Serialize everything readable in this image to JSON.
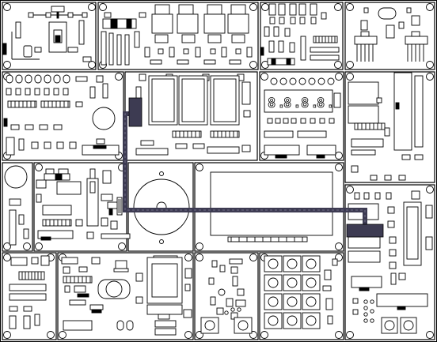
{
  "colors": {
    "background": "#ffffff",
    "line": "#000000",
    "fill": "#000000",
    "cable": "#3d3b52"
  },
  "modules": [
    {
      "name": "module-switch-panel",
      "row": 1,
      "col": 1
    },
    {
      "name": "module-relay-bank",
      "row": 1,
      "col": 2
    },
    {
      "name": "module-transistor-array",
      "row": 1,
      "col": 3
    },
    {
      "name": "module-regulator-heatsinks",
      "row": 1,
      "col": 4
    },
    {
      "name": "module-oscillator-panel",
      "row": 2,
      "col": 1
    },
    {
      "name": "module-dip-socket-array",
      "row": 2,
      "col": 2
    },
    {
      "name": "module-seven-segment-display",
      "row": 2,
      "col": 3
    },
    {
      "name": "module-ic-socket-board",
      "row": 2,
      "col": 4
    },
    {
      "name": "module-buzzer-panel",
      "row": 3,
      "col": 1
    },
    {
      "name": "module-relay-driver",
      "row": 3,
      "col": 2
    },
    {
      "name": "module-speaker",
      "row": 3,
      "col": 3
    },
    {
      "name": "module-lcd-display",
      "row": 3,
      "col": 4
    },
    {
      "name": "module-motor-driver",
      "row": 3,
      "col": 5
    },
    {
      "name": "module-dip-switches",
      "row": 4,
      "col": 1
    },
    {
      "name": "module-stepper-motor",
      "row": 4,
      "col": 2
    },
    {
      "name": "module-sensor-panel",
      "row": 4,
      "col": 3
    },
    {
      "name": "module-keypad",
      "row": 4,
      "col": 4
    },
    {
      "name": "module-power-regulator",
      "row": 4,
      "col": 5
    }
  ],
  "display": {
    "digits": [
      {
        "label": "8."
      },
      {
        "label": "8."
      },
      {
        "label": "8."
      },
      {
        "label": "8."
      }
    ]
  },
  "keypad": {
    "rows": 4,
    "cols": 3
  }
}
